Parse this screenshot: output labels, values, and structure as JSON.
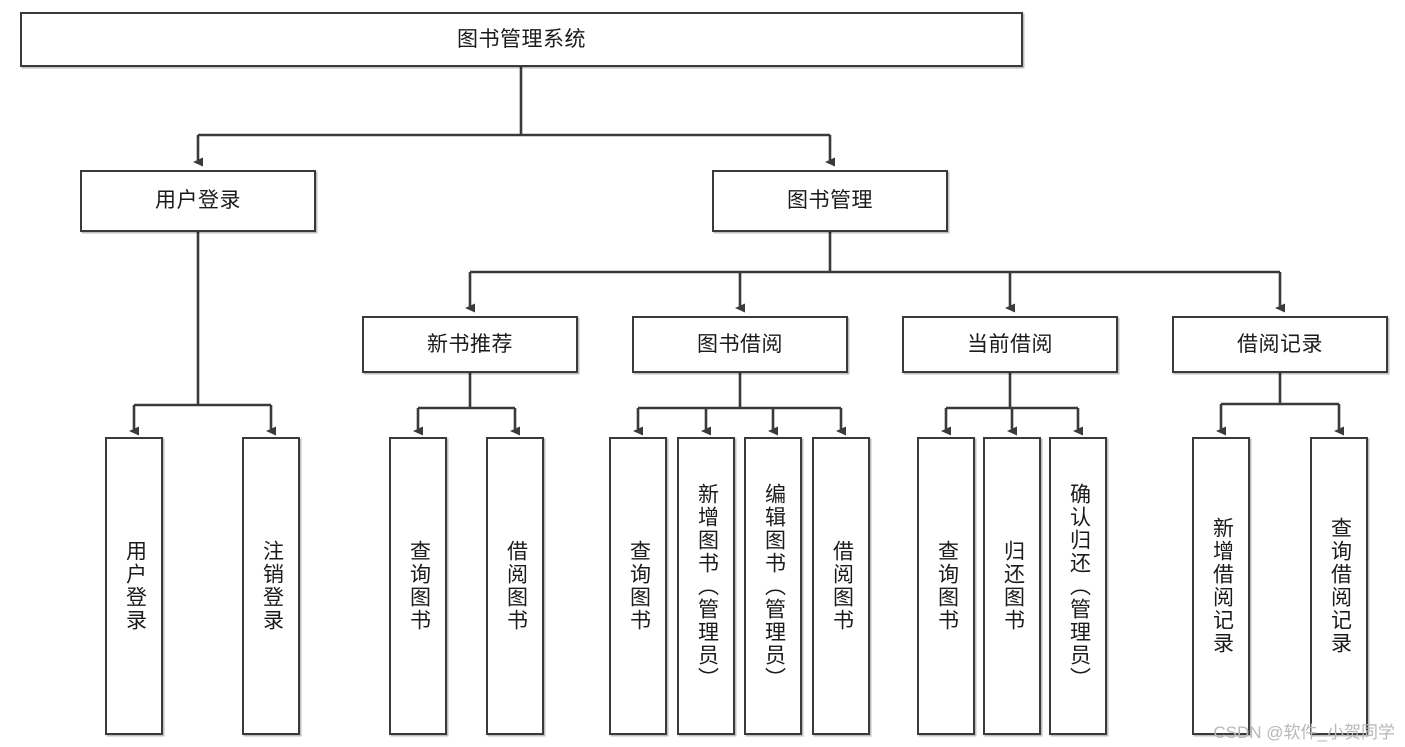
{
  "diagram": {
    "title": "图书管理系统",
    "watermark": "CSDN @软件_小贺同学",
    "line_color": "#3a3a3a",
    "box_border_color": "#3a3a3a",
    "box_fill_color": "#ffffff",
    "text_color": "#1b1b1b",
    "watermark_color": "#b8b8b8",
    "root": {
      "label": "图书管理系统"
    },
    "level2": [
      {
        "label": "用户登录"
      },
      {
        "label": "图书管理"
      }
    ],
    "level3": [
      {
        "label": "新书推荐"
      },
      {
        "label": "图书借阅"
      },
      {
        "label": "当前借阅"
      },
      {
        "label": "借阅记录"
      }
    ],
    "leaves": {
      "user_login": [
        {
          "label": "用户登录"
        },
        {
          "label": "注销登录"
        }
      ],
      "new_book_recommend": [
        {
          "label": "查询图书"
        },
        {
          "label": "借阅图书"
        }
      ],
      "book_borrow": [
        {
          "label": "查询图书"
        },
        {
          "label": "新增图书（管理员）"
        },
        {
          "label": "编辑图书（管理员）"
        },
        {
          "label": "借阅图书"
        }
      ],
      "current_borrow": [
        {
          "label": "查询图书"
        },
        {
          "label": "归还图书"
        },
        {
          "label": "确认归还（管理员）"
        }
      ],
      "borrow_records": [
        {
          "label": "新增借阅记录"
        },
        {
          "label": "查询借阅记录"
        }
      ]
    }
  }
}
